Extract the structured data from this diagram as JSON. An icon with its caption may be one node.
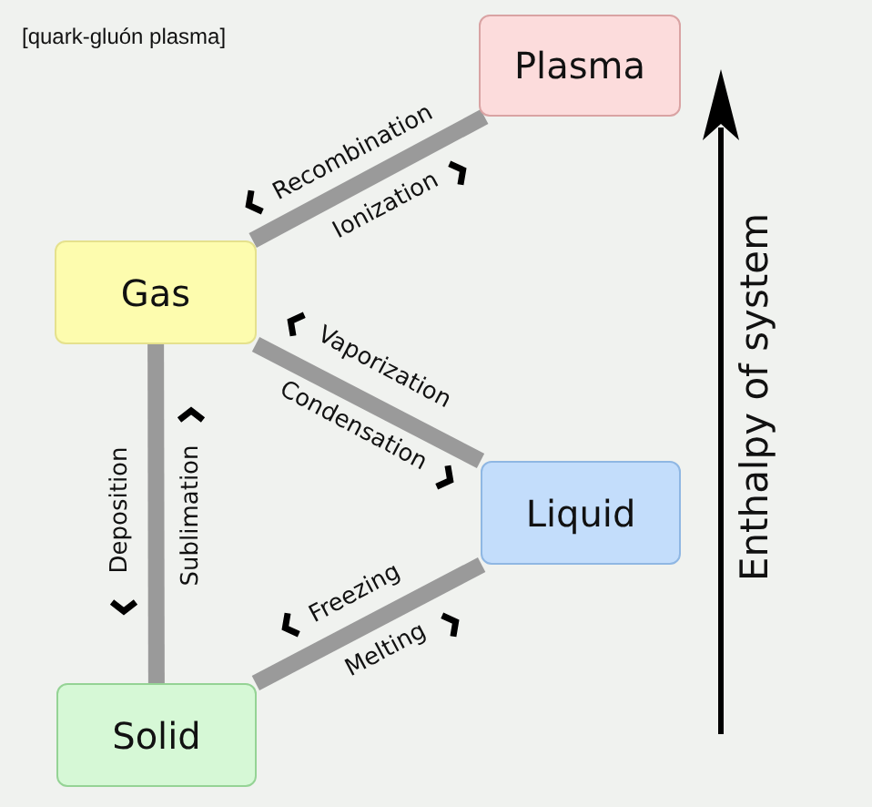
{
  "diagram": {
    "nodes": [
      {
        "text": [
          "Plasma"
        ]
      },
      {
        "text": [
          "Gas"
        ]
      },
      {
        "text": [
          "Liquid"
        ]
      },
      {
        "text": [
          "Solid"
        ]
      }
    ],
    "edges": [
      {
        "from": 0,
        "to": 1,
        "arrow": "none"
      },
      {
        "from": 1,
        "to": 2,
        "arrow": "none"
      },
      {
        "from": 1,
        "to": 3,
        "arrow": "none"
      },
      {
        "from": 2,
        "to": 3,
        "arrow": "none"
      }
    ],
    "labels": [
      "[quark-gluón plasma]",
      "Recombination",
      "Ionization",
      "Vaporization",
      "Condensation",
      "Deposition",
      "Sublimation",
      "Freezing",
      "Melting",
      "Enthalpy of system"
    ]
  }
}
